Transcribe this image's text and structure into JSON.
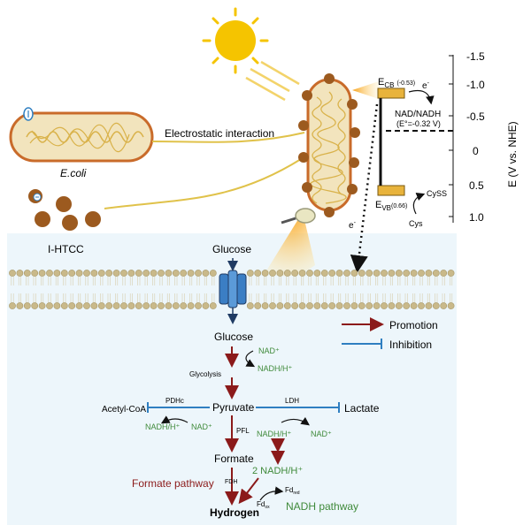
{
  "labels": {
    "ecoli": "E.coli",
    "ihtcc": "I-HTCC",
    "electrostatic": "Electrostatic interaction",
    "electron_top": "e",
    "electron_sup": "-",
    "electron_right": "e",
    "electron_right_sup": "-",
    "ecb_main": "E",
    "ecb_sub": "CB",
    "ecb_val": "(-0.53)",
    "evb_main": "E",
    "evb_sub": "VB",
    "evb_val": "(0.66)",
    "nad_nadh": "NAD/NADH",
    "potential": "(E°=-0.32 V)",
    "cyss": "CySS",
    "cys": "Cys",
    "glucose_out": "Glucose",
    "legend_promotion": "Promotion",
    "legend_inhibition": "Inhibition",
    "glucose_in": "Glucose",
    "nad_plus_1": "NAD⁺",
    "nadh_1": "NADH/H⁺",
    "glycolysis": "Glycolysis",
    "pyruvate": "Pyruvate",
    "acetyl_coa": "Acetyl-CoA",
    "pdhc": "PDHc",
    "ldh": "LDH",
    "lactate": "Lactate",
    "nadh_2": "NADH/H⁺",
    "nad_plus_2": "NAD⁺",
    "pfl": "PFL",
    "nadh_3": "NADH/H⁺",
    "nad_plus_3": "NAD⁺",
    "formate": "Formate",
    "nadh_two": "2 NADH/H⁺",
    "formate_pathway": "Formate pathway",
    "fdh": "FDH",
    "fd_red": "Fd",
    "fd_red_sub": "red",
    "fd_ox": "Fd",
    "fd_ox_sub": "ox",
    "nadh_pathway": "NADH pathway",
    "hydrogen": "Hydrogen"
  },
  "axis": {
    "title": "E (V vs. NHE)",
    "ticks": [
      "-1.5",
      "-1.0",
      "-0.5",
      "0",
      "0.5",
      "1.0"
    ]
  },
  "colors": {
    "promotion": "#8b1a1a",
    "inhibition": "#2f7fc1",
    "green_text": "#3f8a3a",
    "bacteria_fill": "#f2e4bd",
    "bacteria_border": "#c96b2a",
    "particle": "#9c5a1f",
    "sun": "#f5c400",
    "band_box": "#e8b33c",
    "cell_bg": "#edf6fb"
  }
}
